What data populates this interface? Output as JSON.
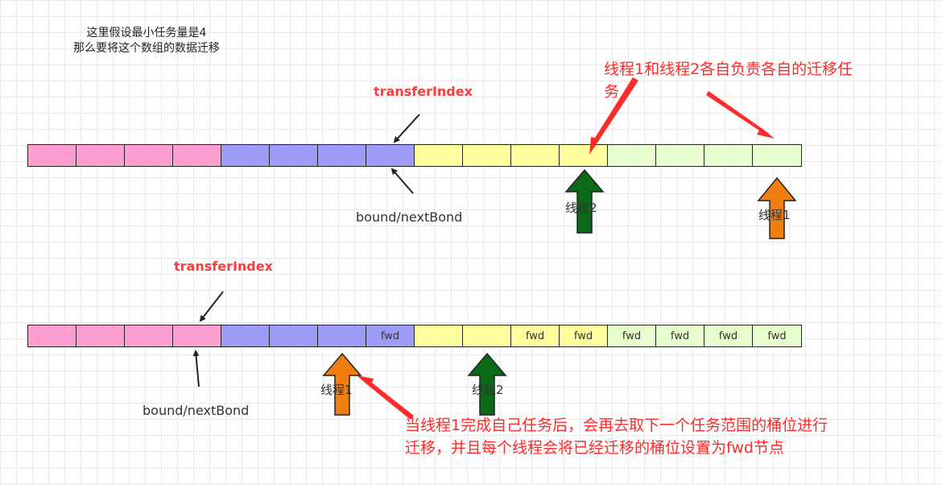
{
  "notes": {
    "top_line1": "这里假设最小任务量是4",
    "top_line2": "那么要将这个数组的数据迁移",
    "red_top_line1": "线程1和线程2各自负责各自的迁移任",
    "red_top_line2": "务",
    "red_bottom_line1": "当线程1完成自己任务后，会再去取下一个任务范围的桶位进行",
    "red_bottom_line2": "迁移，并且每个线程会将已经迁移的桶位设置为fwd节点"
  },
  "labels": {
    "transfer_index": "transferIndex",
    "bound": "bound/nextBond",
    "thread1": "线程1",
    "thread2": "线程2"
  },
  "colors": {
    "pink": "#ff9ed0",
    "purple": "#9f9cf7",
    "yellow": "#ffff9e",
    "green": "#e6ffcc",
    "arrow_green": "#0b6a17",
    "arrow_orange": "#f27e0f",
    "red": "#ff2b2b"
  },
  "top_row": [
    {
      "color": "pink",
      "text": ""
    },
    {
      "color": "pink",
      "text": ""
    },
    {
      "color": "pink",
      "text": ""
    },
    {
      "color": "pink",
      "text": ""
    },
    {
      "color": "purple",
      "text": ""
    },
    {
      "color": "purple",
      "text": ""
    },
    {
      "color": "purple",
      "text": ""
    },
    {
      "color": "purple",
      "text": ""
    },
    {
      "color": "yellow",
      "text": ""
    },
    {
      "color": "yellow",
      "text": ""
    },
    {
      "color": "yellow",
      "text": ""
    },
    {
      "color": "yellow",
      "text": ""
    },
    {
      "color": "green",
      "text": ""
    },
    {
      "color": "green",
      "text": ""
    },
    {
      "color": "green",
      "text": ""
    },
    {
      "color": "green",
      "text": ""
    }
  ],
  "bottom_row": [
    {
      "color": "pink",
      "text": ""
    },
    {
      "color": "pink",
      "text": ""
    },
    {
      "color": "pink",
      "text": ""
    },
    {
      "color": "pink",
      "text": ""
    },
    {
      "color": "purple",
      "text": ""
    },
    {
      "color": "purple",
      "text": ""
    },
    {
      "color": "purple",
      "text": ""
    },
    {
      "color": "purple",
      "text": "fwd"
    },
    {
      "color": "yellow",
      "text": ""
    },
    {
      "color": "yellow",
      "text": ""
    },
    {
      "color": "yellow",
      "text": "fwd"
    },
    {
      "color": "yellow",
      "text": "fwd"
    },
    {
      "color": "green",
      "text": "fwd"
    },
    {
      "color": "green",
      "text": "fwd"
    },
    {
      "color": "green",
      "text": "fwd"
    },
    {
      "color": "green",
      "text": "fwd"
    }
  ]
}
